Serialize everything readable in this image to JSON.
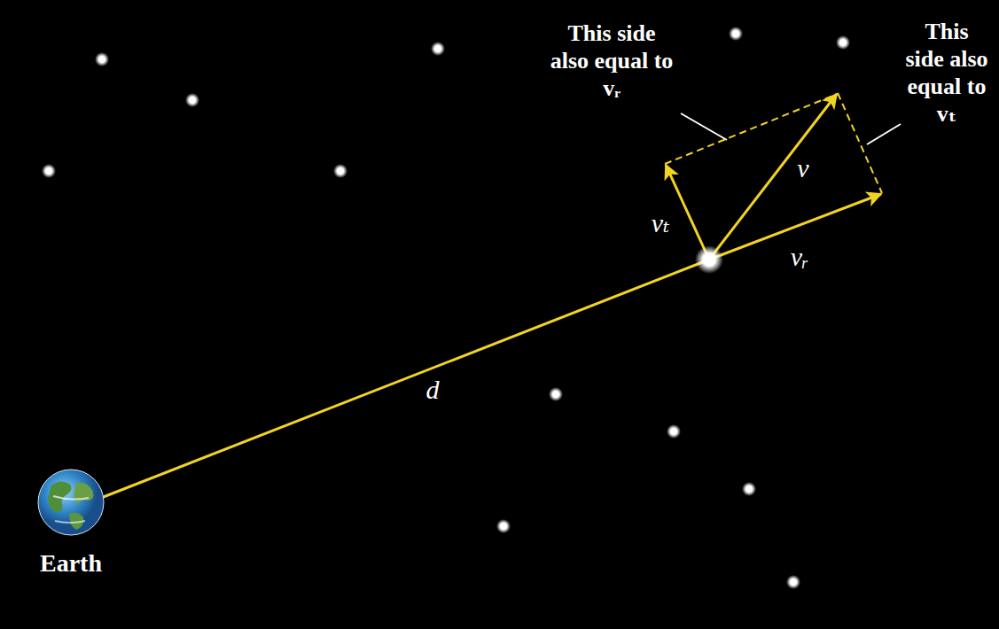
{
  "diagram": {
    "labels": [
      "This side also equal to vᵣ",
      "This side also equal to vₜ",
      "vₜ",
      "v",
      "vᵣ",
      "d",
      "Earth"
    ]
  }
}
